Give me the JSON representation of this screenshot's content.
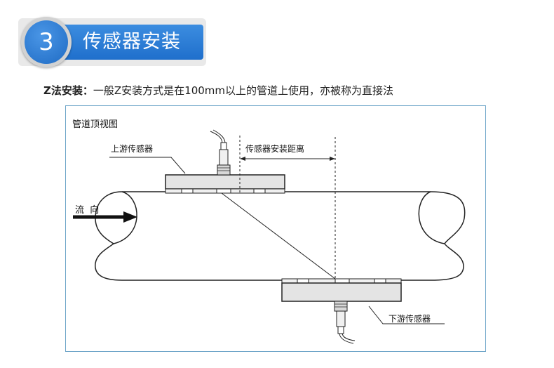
{
  "header": {
    "step_number": "3",
    "title": "传感器安装"
  },
  "description": {
    "label": "Z法安装：",
    "text": "一般Z安装方式是在100mm以上的管道上使用，亦被称为直接法"
  },
  "diagram": {
    "view_title": "管道顶视图",
    "upstream_sensor": "上游传感器",
    "downstream_sensor": "下游传感器",
    "sensor_distance": "传感器安装距离",
    "flow_direction": "流  向"
  }
}
